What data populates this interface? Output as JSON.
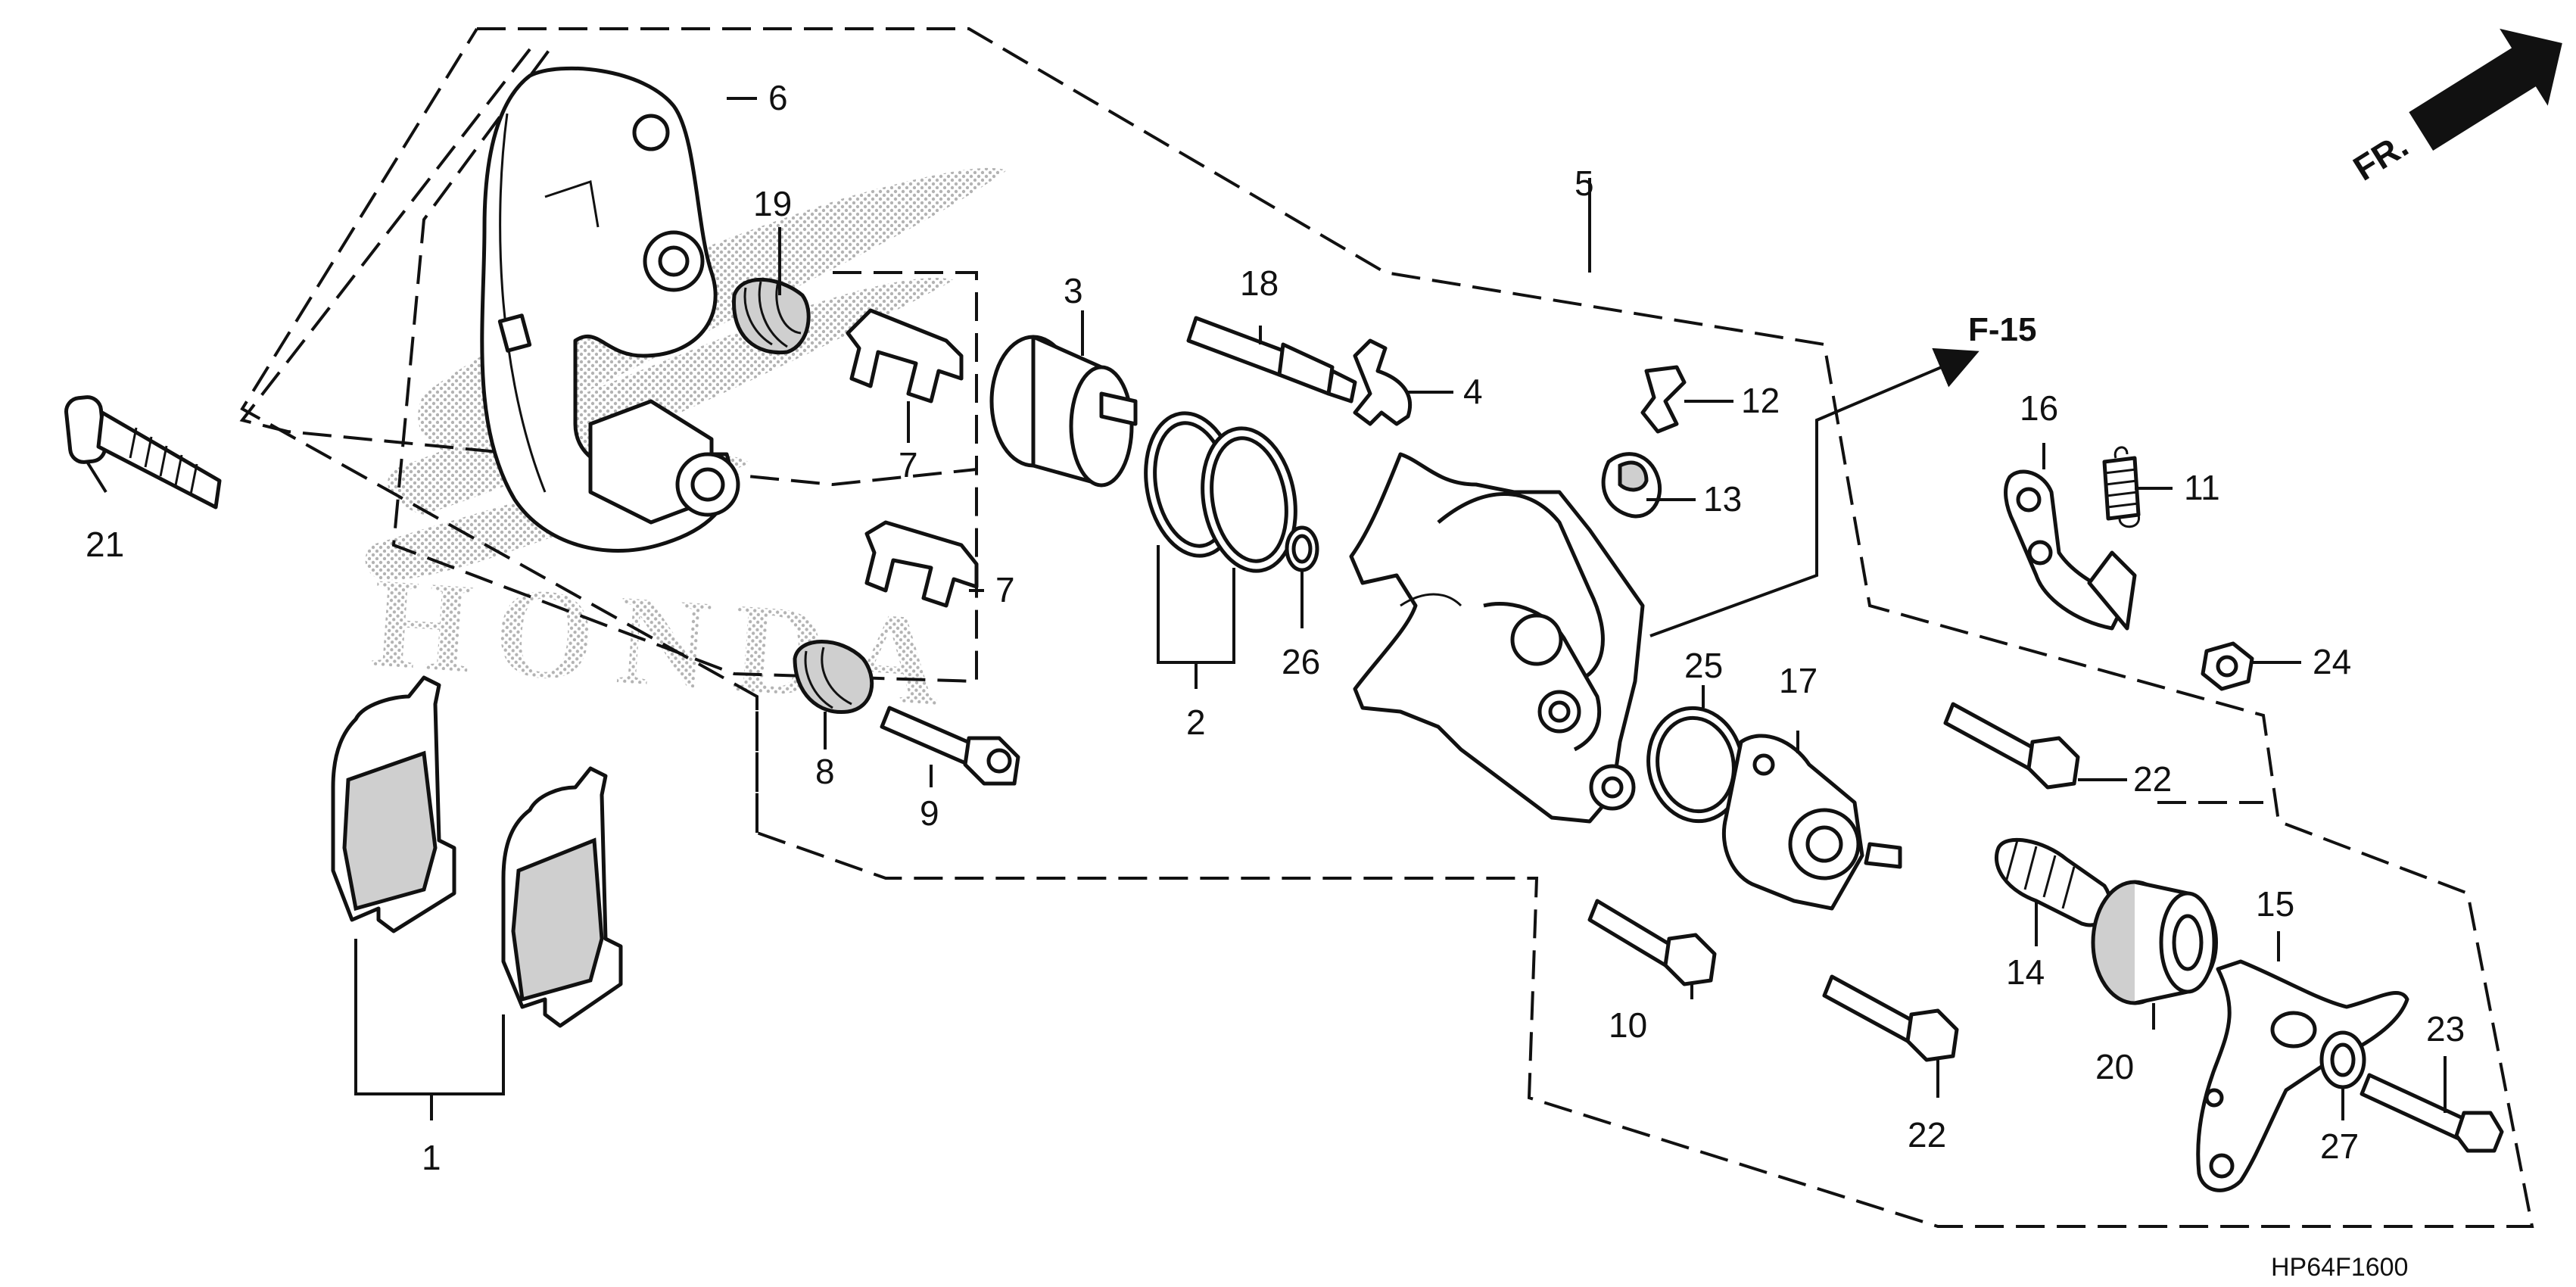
{
  "diagram": {
    "callouts": [
      "1",
      "2",
      "3",
      "4",
      "5",
      "6",
      "7",
      "7",
      "8",
      "9",
      "10",
      "11",
      "12",
      "13",
      "14",
      "15",
      "16",
      "17",
      "18",
      "19",
      "20",
      "21",
      "22",
      "22",
      "23",
      "24",
      "25",
      "26",
      "27"
    ],
    "reference": "F-15",
    "front_indicator": "FR.",
    "code": "HP64F1600",
    "watermark": "HONDA",
    "colors": {
      "line": "#111111",
      "watermark_dots": "#9a9a9a",
      "background": "#ffffff"
    }
  }
}
